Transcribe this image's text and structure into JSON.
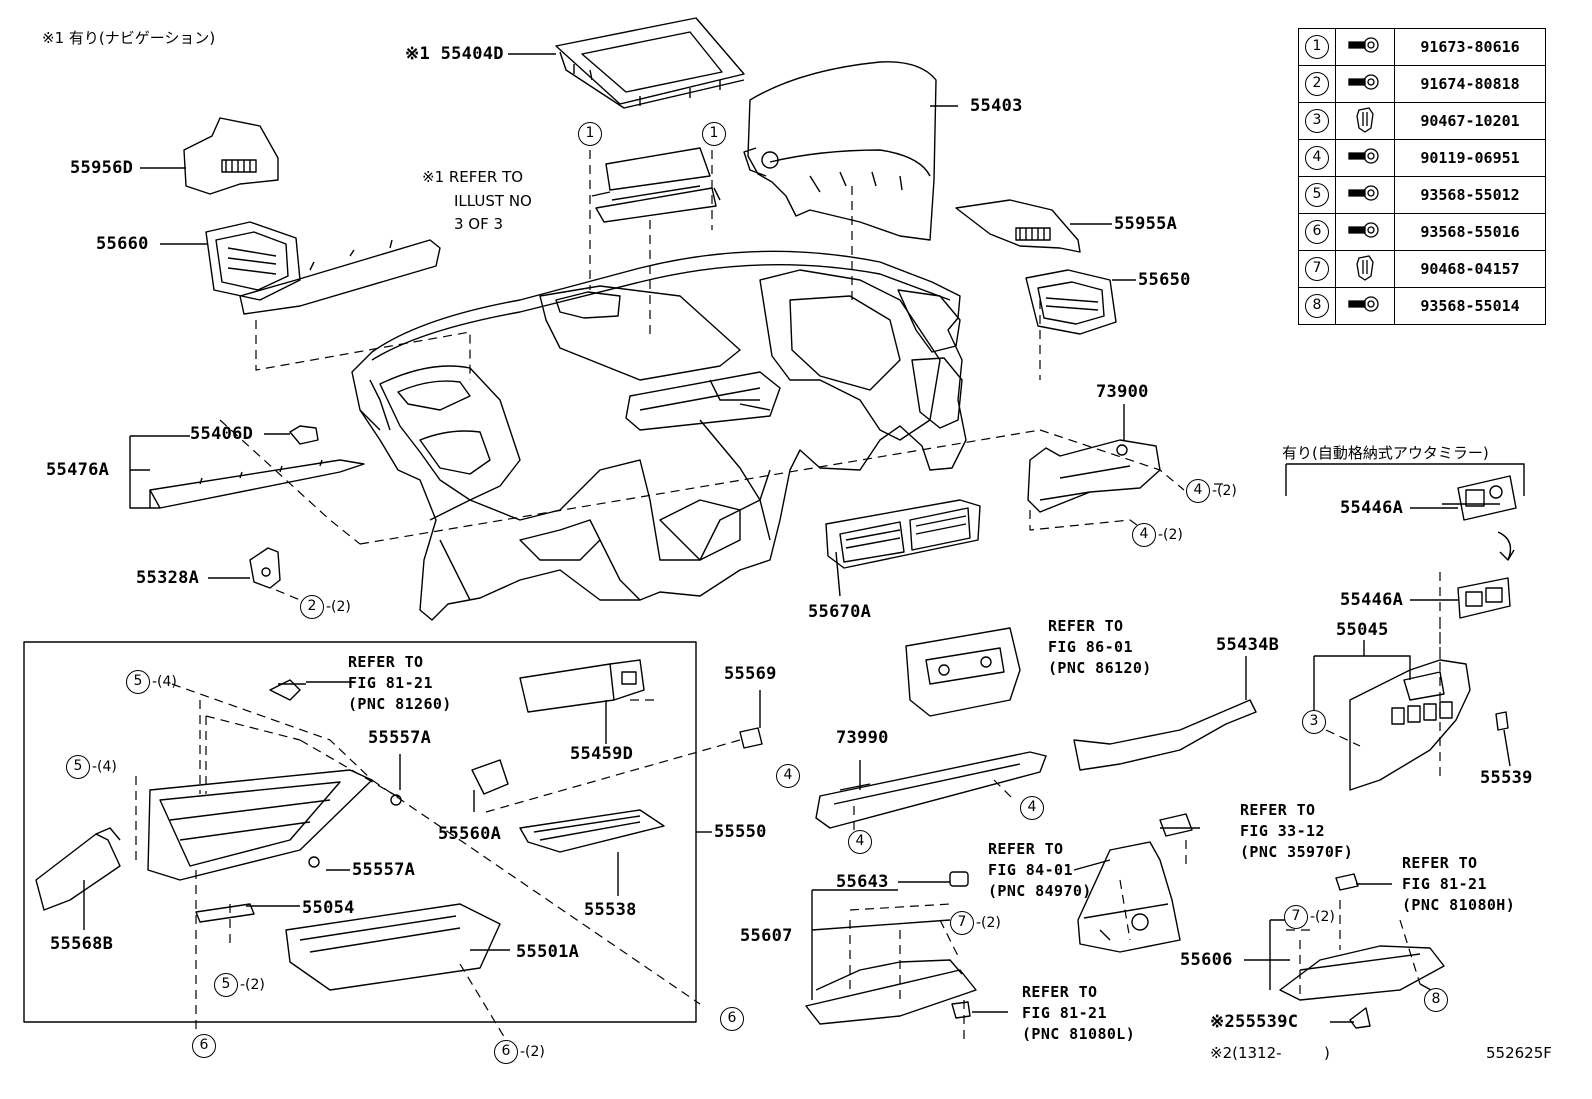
{
  "header_note": "※1 有り(ナビゲーション)",
  "footer": {
    "note": "※2(1312-",
    "note_close": ")",
    "diagram_id": "552625F"
  },
  "right_group_note": "有り(自動格納式アウタミラー)",
  "refer_notes": {
    "n1": {
      "l1": "※1 REFER TO",
      "l2": "ILLUST NO",
      "l3": "3 OF 3"
    },
    "r86": {
      "l1": "REFER TO",
      "l2": "FIG 86-01",
      "l3": "(PNC 86120)"
    },
    "r81a": {
      "l1": "REFER TO",
      "l2": "FIG 81-21",
      "l3": "(PNC 81260)"
    },
    "r33": {
      "l1": "REFER TO",
      "l2": "FIG 33-12",
      "l3": "(PNC 35970F)"
    },
    "r84": {
      "l1": "REFER TO",
      "l2": "FIG 84-01",
      "l3": "(PNC 84970)"
    },
    "r81h": {
      "l1": "REFER TO",
      "l2": "FIG 81-21",
      "l3": "(PNC 81080H)"
    },
    "r81l": {
      "l1": "REFER TO",
      "l2": "FIG 81-21",
      "l3": "(PNC 81080L)"
    }
  },
  "parts": {
    "p55404D": "※1 55404D",
    "p55403": "55403",
    "p55956D": "55956D",
    "p55660": "55660",
    "p55955A": "55955A",
    "p55650": "55650",
    "p55406D": "55406D",
    "p55476A": "55476A",
    "p73900": "73900",
    "p55328A": "55328A",
    "p55670A": "55670A",
    "p55446A_1": "55446A",
    "p55446A_2": "55446A",
    "p55045": "55045",
    "p55434B": "55434B",
    "p55539": "55539",
    "p55569": "55569",
    "p55459D": "55459D",
    "p55557A_1": "55557A",
    "p55557A_2": "55557A",
    "p55560A": "55560A",
    "p55550": "55550",
    "p55538": "55538",
    "p55054": "55054",
    "p55501A": "55501A",
    "p55568B": "55568B",
    "p73990": "73990",
    "p55643": "55643",
    "p55607": "55607",
    "p55606": "55606",
    "p55539C": "※255539C"
  },
  "callouts": {
    "c1a": "1",
    "c1b": "1",
    "c4a": "4",
    "c4a_q": "-(2)",
    "c4b": "4",
    "c4b_q": "-(2)",
    "c2": "2",
    "c2_q": "-(2)",
    "c5a": "5",
    "c5a_q": "-(4)",
    "c5b": "5",
    "c5b_q": "-(4)",
    "c5c": "5",
    "c5c_q": "-(2)",
    "c6a": "6",
    "c6b": "6",
    "c6c": "6",
    "c6c_q": "-(2)",
    "c3": "3",
    "c4c": "4",
    "c4d": "4",
    "c4e": "4",
    "c7a": "7",
    "c7a_q": "-(2)",
    "c7b": "7",
    "c7b_q": "-(2)",
    "c8": "8"
  },
  "legend": [
    {
      "no": "1",
      "icon": "screw-icon",
      "part": "91673-80616"
    },
    {
      "no": "2",
      "icon": "screw-icon",
      "part": "91674-80818"
    },
    {
      "no": "3",
      "icon": "clip-icon",
      "part": "90467-10201"
    },
    {
      "no": "4",
      "icon": "screw-icon",
      "part": "90119-06951"
    },
    {
      "no": "5",
      "icon": "screw-icon",
      "part": "93568-55012"
    },
    {
      "no": "6",
      "icon": "screw-icon",
      "part": "93568-55016"
    },
    {
      "no": "7",
      "icon": "clip-icon",
      "part": "90468-04157"
    },
    {
      "no": "8",
      "icon": "screw-icon",
      "part": "93568-55014"
    }
  ]
}
